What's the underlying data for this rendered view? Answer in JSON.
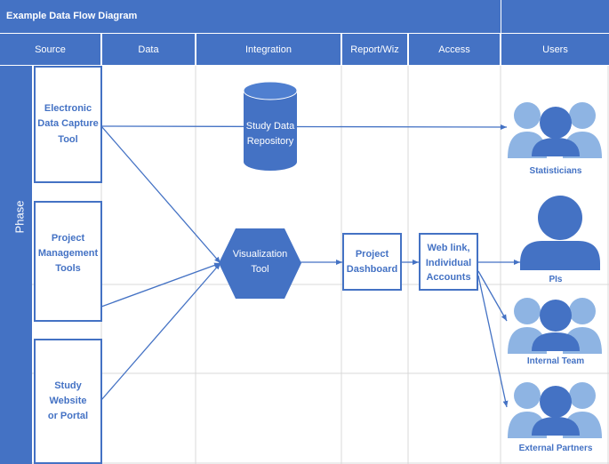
{
  "diagram": {
    "title": "Example Data Flow Diagram",
    "columns": {
      "source": "Source",
      "data": "Data",
      "integration": "Integration",
      "report": "Report/Wiz",
      "access": "Access",
      "users": "Users"
    },
    "phase_label": "Phase",
    "sources": {
      "edc": [
        "Electronic",
        "Data Capture",
        "Tool"
      ],
      "pm": [
        "Project",
        "Management",
        "Tools"
      ],
      "portal": [
        "Study",
        "Website",
        "or Portal"
      ]
    },
    "nodes": {
      "repository": [
        "Study Data",
        "Repository"
      ],
      "visualization": [
        "Visualization",
        "Tool"
      ],
      "dashboard": [
        "Project",
        "Dashboard"
      ],
      "access": [
        "Web link,",
        "Individual",
        "Accounts"
      ]
    },
    "users": {
      "statisticians": "Statisticians",
      "pis": "PIs",
      "internal": "Internal Team",
      "external": "External Partners"
    },
    "colors": {
      "primary": "#4472C4",
      "light": "#8EB4E3",
      "grid": "#D9D9D9"
    }
  }
}
